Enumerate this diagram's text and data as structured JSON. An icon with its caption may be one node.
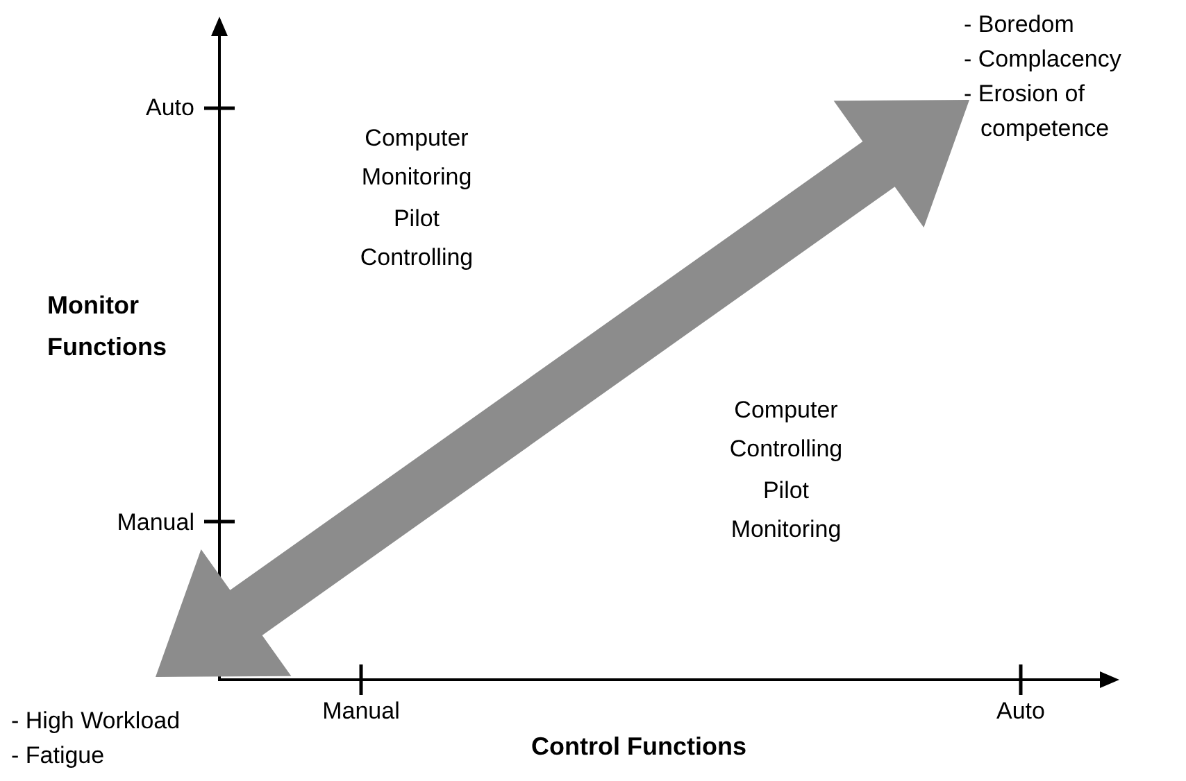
{
  "diagram": {
    "nodes": [
      {
        "text": [
          "- Boredom",
          "- Complacency",
          "- Erosion of competence"
        ]
      },
      {
        "text": [
          "- High Workload",
          "- Fatigue"
        ]
      }
    ],
    "edges": [
      {
        "from": 1,
        "to": 0,
        "arrow": "both",
        "style": "thick",
        "color": "#8c8c8c"
      }
    ],
    "labels": [
      "Auto",
      "Computer Monitoring",
      "Pilot Controlling",
      "Monitor Functions",
      "Computer Controlling",
      "Pilot Monitoring",
      "Manual",
      "Manual",
      "Auto",
      "Control Functions"
    ]
  }
}
